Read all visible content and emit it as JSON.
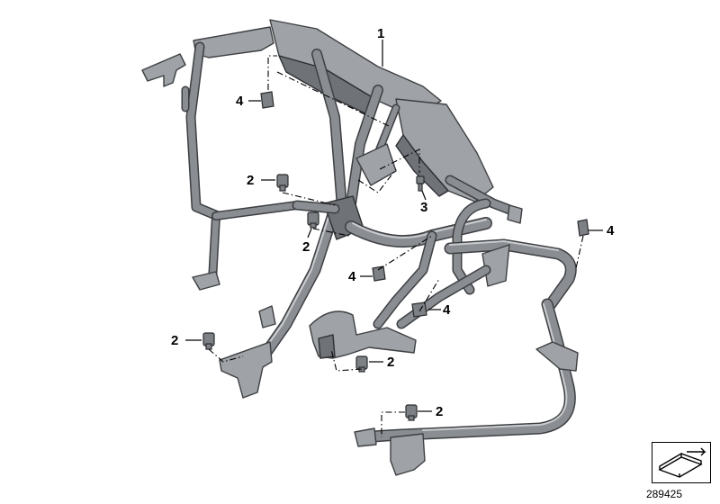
{
  "diagram": {
    "callouts": {
      "frame": "1",
      "bolt_a": "2",
      "bolt_b": "2",
      "bolt_c": "2",
      "bolt_d": "2",
      "bolt_e": "2",
      "screw": "3",
      "clip_a": "4",
      "clip_b": "4",
      "clip_c": "4",
      "clip_d": "4"
    },
    "reference_number": "289425",
    "colors": {
      "tube": "#8a8d92",
      "outline": "#3d3f42",
      "plate": "#9fa2a6",
      "ink": "#000000"
    },
    "icons": [
      "part-symbol-icon"
    ]
  }
}
